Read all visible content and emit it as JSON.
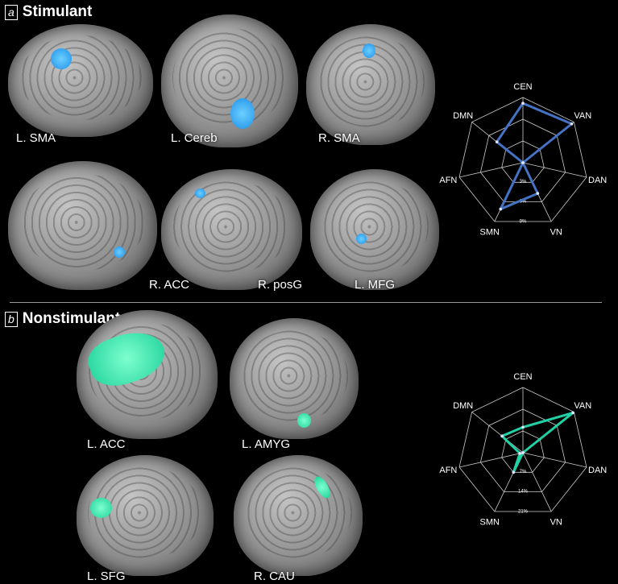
{
  "panels": [
    {
      "letter": "a",
      "title": "Stimulant",
      "color": "#4472c4",
      "regions": [
        "L. SMA",
        "L. Cereb",
        "R. SMA",
        "R. ACC",
        "R. posG",
        "L. MFG"
      ]
    },
    {
      "letter": "b",
      "title": "Nonstimulant",
      "color": "#1fd1a5",
      "regions": [
        "L. ACC",
        "L. AMYG",
        "L. SFG",
        "R. CAU"
      ]
    }
  ],
  "chart_data": [
    {
      "type": "radar",
      "axes": [
        "CEN",
        "VAN",
        "DAN",
        "VN",
        "SMN",
        "AFN",
        "DMN"
      ],
      "ticks": [
        "3%",
        "6%",
        "9%"
      ],
      "rmax": 9,
      "values": [
        8.2,
        8.6,
        0,
        4.7,
        7.1,
        0,
        4.6
      ],
      "color": "#4472c4"
    },
    {
      "type": "radar",
      "axes": [
        "CEN",
        "VAN",
        "DAN",
        "VN",
        "SMN",
        "AFN",
        "DMN"
      ],
      "ticks": [
        "7%",
        "14%",
        "21%"
      ],
      "rmax": 21,
      "values": [
        8.2,
        20.6,
        0,
        0,
        7,
        1,
        8.6
      ],
      "color": "#1fd1a5"
    }
  ]
}
